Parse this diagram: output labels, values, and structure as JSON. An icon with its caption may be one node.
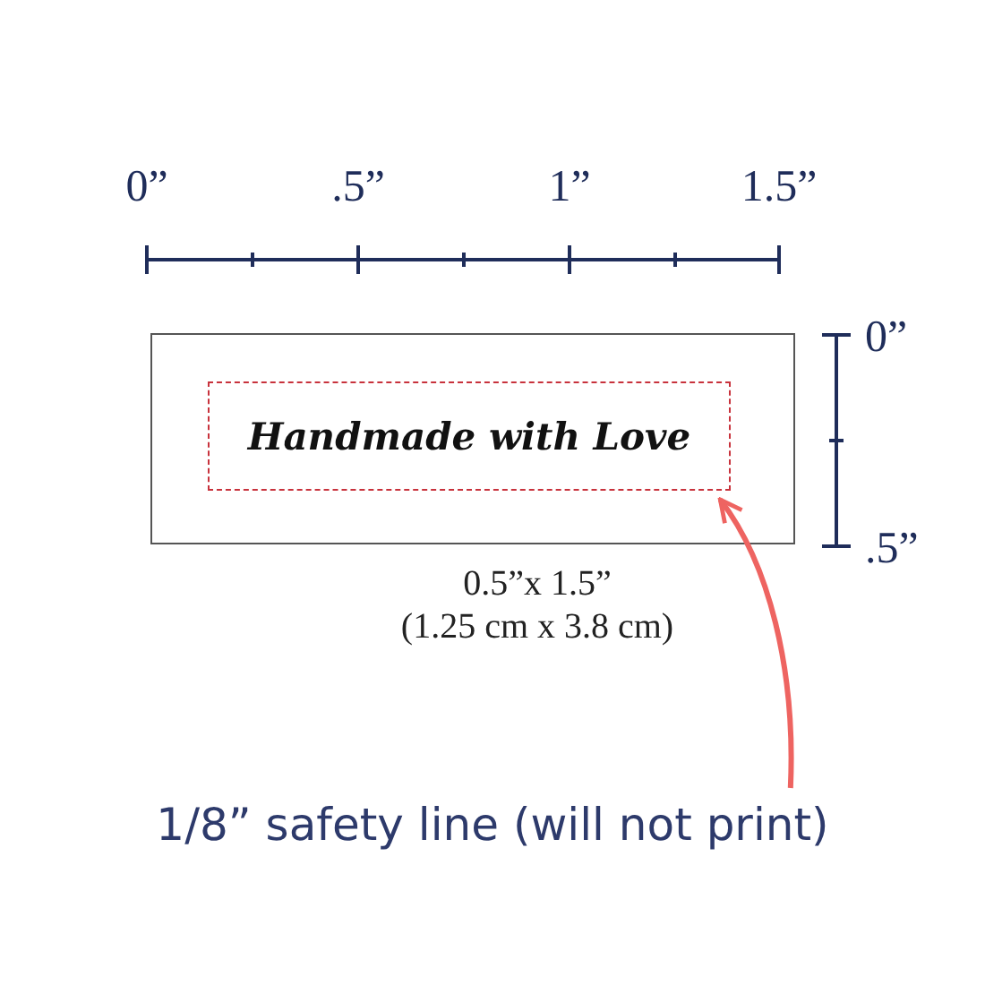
{
  "diagram": {
    "nodes": [
      {
        "text": [],
        "shape": "box"
      },
      {
        "text": [
          "Handmade with Love"
        ],
        "in": 0
      },
      {
        "text": [
          "1/8” safety line (will not print)"
        ]
      }
    ],
    "edges": [
      {
        "from": 2,
        "to": 1,
        "arrow": "to",
        "color": "#ee6461"
      }
    ],
    "labels": [
      "0”",
      ".5”",
      "1”",
      "1.5”",
      "0”",
      ".5”",
      "0.5”x 1.5”",
      "(1.25 cm x 3.8 cm)"
    ]
  }
}
